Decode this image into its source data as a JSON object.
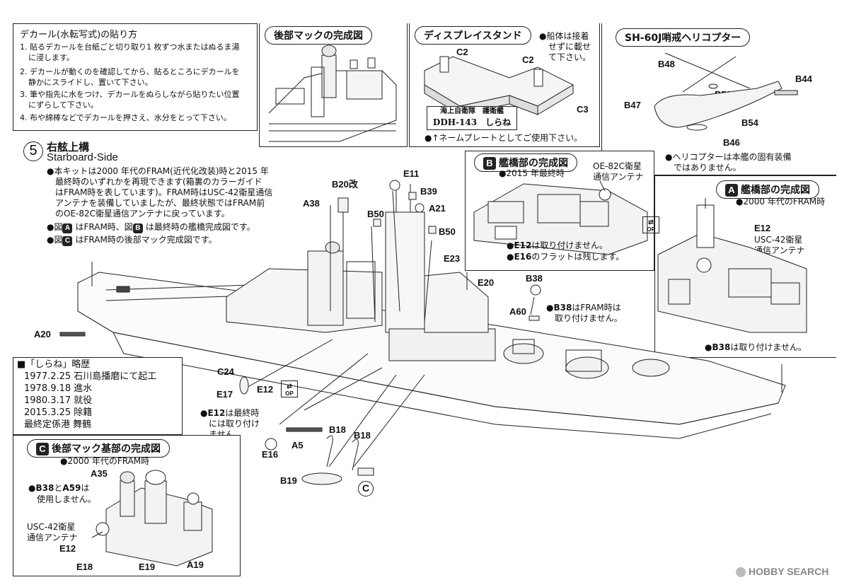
{
  "decal": {
    "title": "デカール(水転写式)の貼り方",
    "steps": [
      "1. 貼るデカールを台紙ごと切り取り1 枚ずつ水またはぬるま湯",
      "に浸します。",
      "2. デカールが動くのを確認してから、貼るところにデカールを",
      "静かにスライドし、置いて下さい。",
      "3. 筆や指先に水をつけ、デカールをぬらしながら貼りたい位置",
      "にずらして下さい。",
      "4. 布や綿棒などでデカールを押さえ、水分をとって下さい。"
    ]
  },
  "panel_rear_mast": {
    "title": "後部マックの完成図"
  },
  "panel_display": {
    "title": "ディスプレイスタンド",
    "note_line1": "●船体は接着",
    "note_line2": "せずに載せ",
    "note_line3": "て下さい。",
    "labels": [
      "C2",
      "C2",
      "C3"
    ],
    "nameplate_line1": "海上自衛隊　護衛艦",
    "nameplate_line2": "DDH-143　しらね",
    "nameplate_note": "●↑ネームプレートとしてご使用下さい。"
  },
  "panel_heli": {
    "title": "SH-60J哨戒ヘリコプター",
    "labels": [
      "B48",
      "B44",
      "B53",
      "B47",
      "B54",
      "B46"
    ],
    "note_line1": "●ヘリコプターは本艦の固有装備",
    "note_line2": "ではありません。"
  },
  "step5": {
    "number": "5",
    "title_jp": "右舷上構",
    "title_en": "Starboard-Side",
    "notes": [
      "●本キットは2000 年代のFRAM(近代化改装)時と2015 年",
      "最終時のいずれかを再現できます(箱裏のカラーガイド",
      "はFRAM時を表しています)。FRAM時はUSC-42衛星通信",
      "アンテナを装備していましたが、最終状態ではFRAM前",
      "のOE-82C衛星通信アンテナに戻っています。"
    ],
    "note_a_prefix": "●図",
    "note_a_letter": "A",
    "note_a_mid": "はFRAM時、図",
    "note_b_letter": "B",
    "note_a_suffix": "は最終時の艦橋完成図です。",
    "note_c_prefix": "●図",
    "note_c_letter": "C",
    "note_c_suffix": "はFRAM時の後部マック完成図です。"
  },
  "panel_b": {
    "letter": "B",
    "title": "艦橋部の完成図",
    "subtitle": "●2015 年最終時",
    "antenna_line1": "OE-82C衛星",
    "antenna_line2": "通信アンテナ",
    "note1_bold": "●E12",
    "note1_rest": "は取り付けません。",
    "note2_bold": "●E16",
    "note2_rest": "のフラットは残します。"
  },
  "panel_a": {
    "letter": "A",
    "title": "艦橋部の完成図",
    "subtitle": "●2000 年代のFRAM時",
    "part": "E12",
    "antenna_line1": "USC-42衛星",
    "antenna_line2": "通信アンテナ",
    "note_bold": "●B38",
    "note_rest": "は取り付けません。"
  },
  "op_label": "OP",
  "main_labels": {
    "A38": "A38",
    "B20kai": "B20改",
    "E11": "E11",
    "B39": "B39",
    "A21": "A21",
    "B50a": "B50",
    "B50b": "B50",
    "E23": "E23",
    "E20": "E20",
    "B38": "B38",
    "A60": "A60",
    "A20": "A20",
    "C24": "C24",
    "E17": "E17",
    "E12": "E12",
    "E16": "E16",
    "A5": "A5",
    "B18a": "B18",
    "B18b": "B18",
    "B19": "B19",
    "C": "C"
  },
  "main_notes": {
    "b38_bold": "●B38",
    "b38_line1": "はFRAM時は",
    "b38_line2": "取り付けません。",
    "e12_bold": "●E12",
    "e12_line1": "は最終時",
    "e12_line2": "には取り付け",
    "e12_line3": "ません。"
  },
  "history": {
    "title": "■「しらね」略歴",
    "lines": [
      "1977.2.25  石川島播磨にて起工",
      "1978.9.18  進水",
      "1980.3.17  就役",
      "2015.3.25  除籍",
      "最終定係港 舞鶴"
    ]
  },
  "panel_c": {
    "letter": "C",
    "title": "後部マック基部の完成図",
    "subtitle": "●2000 年代のFRAM時",
    "a35": "A35",
    "note_line1_b38": "●B38",
    "note_line1_mid": "と",
    "note_line1_a59": "A59",
    "note_line1_rest": "は",
    "note_line2": "使用しません。",
    "antenna_line1": "USC-42衛星",
    "antenna_line2": "通信アンテナ",
    "e12": "E12",
    "e18": "E18",
    "e19": "E19",
    "a19": "A19"
  },
  "watermark": "HOBBY SEARCH"
}
